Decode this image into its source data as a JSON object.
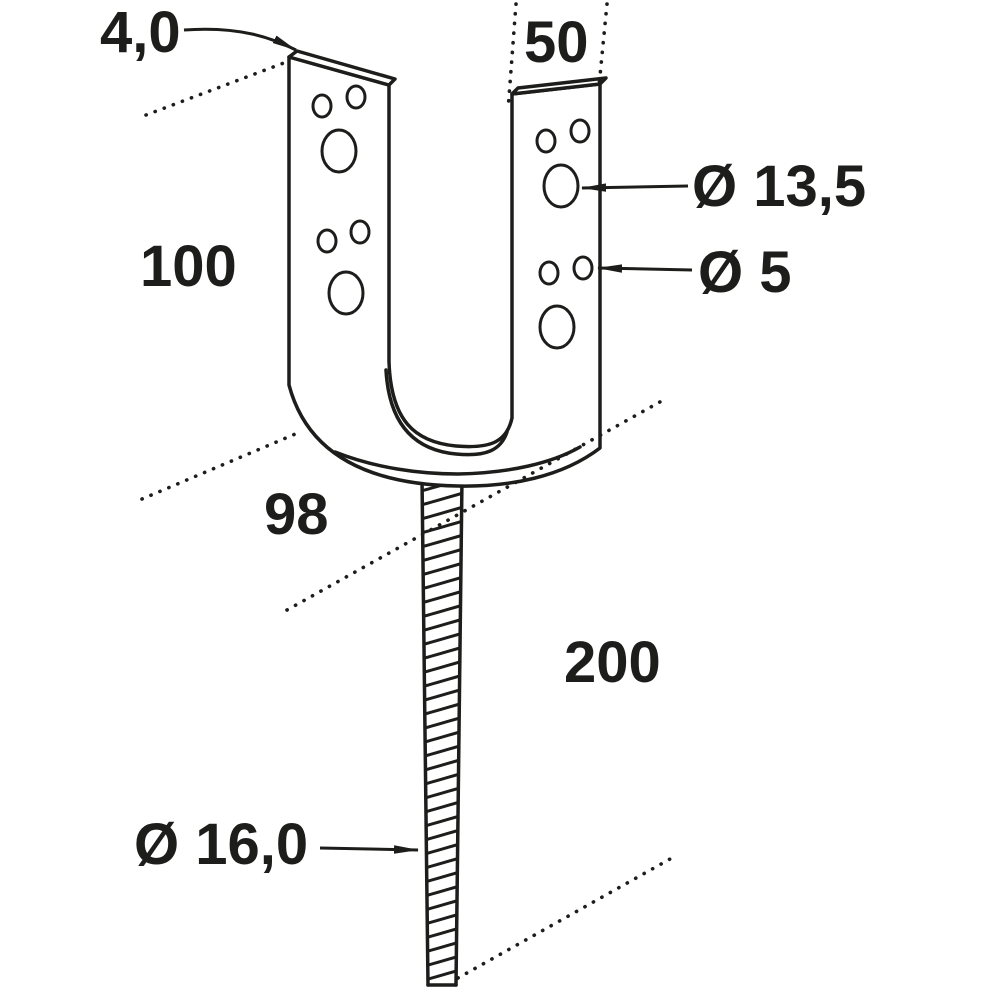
{
  "diagram": {
    "colors": {
      "line": "#1d1d1b",
      "background": "#ffffff"
    },
    "dimensions": {
      "plate_thickness": "4,0",
      "plate_width": "50",
      "large_hole_diameter": "Ø 13,5",
      "small_hole_diameter": "Ø 5",
      "plate_height": "100",
      "inner_width": "98",
      "rod_length": "200",
      "rod_diameter": "Ø 16,0"
    }
  }
}
